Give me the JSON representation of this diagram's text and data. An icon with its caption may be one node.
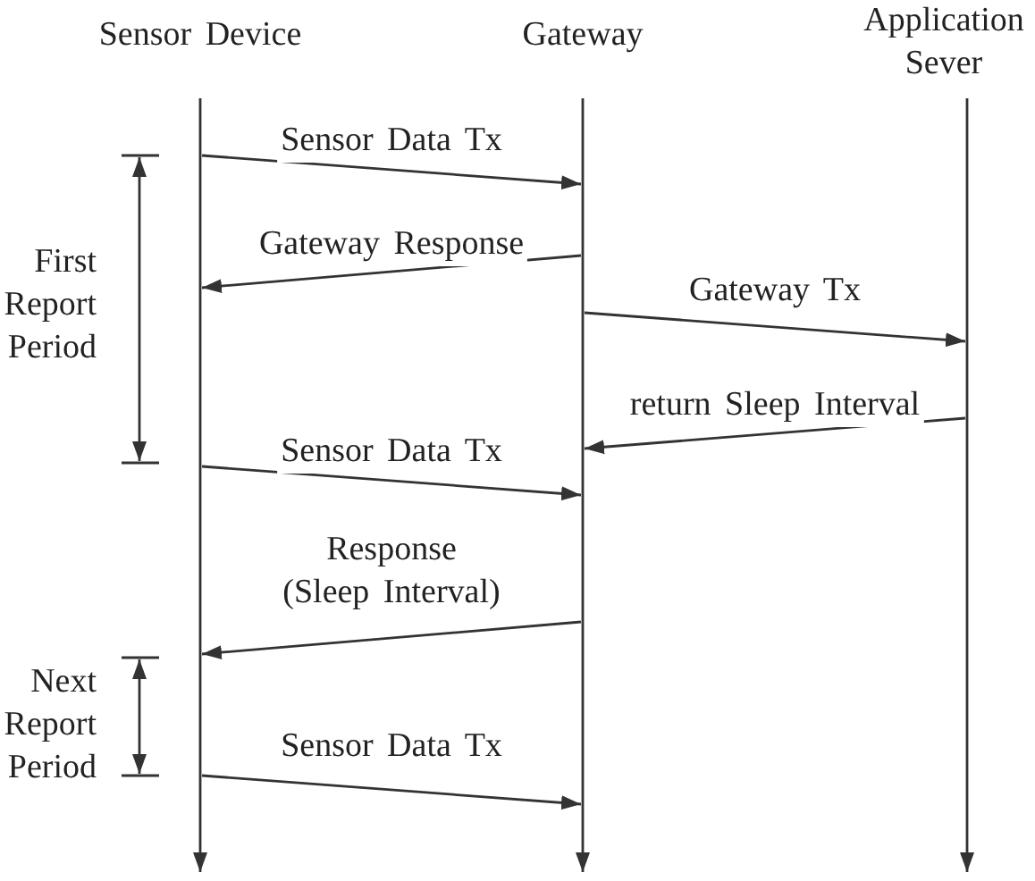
{
  "diagram": {
    "nodes": [
      {
        "text": [
          "Sensor Device"
        ]
      },
      {
        "text": [
          "Gateway"
        ]
      },
      {
        "text": [
          "Application Sever"
        ]
      }
    ],
    "edges": [
      {
        "from": 0,
        "to": 1,
        "arrow": "to",
        "label": "Sensor Data Tx"
      },
      {
        "from": 1,
        "to": 0,
        "arrow": "to",
        "label": "Gateway Response"
      },
      {
        "from": 1,
        "to": 2,
        "arrow": "to",
        "label": "Gateway Tx"
      },
      {
        "from": 2,
        "to": 1,
        "arrow": "to",
        "label": "return Sleep Interval"
      },
      {
        "from": 0,
        "to": 1,
        "arrow": "to",
        "label": "Sensor Data Tx"
      },
      {
        "from": 1,
        "to": 0,
        "arrow": "to",
        "label": "Response (Sleep Interval)"
      },
      {
        "from": 0,
        "to": 1,
        "arrow": "to",
        "label": "Sensor Data Tx"
      }
    ],
    "labels": [
      "First Report Period",
      "Next Report Period"
    ]
  }
}
